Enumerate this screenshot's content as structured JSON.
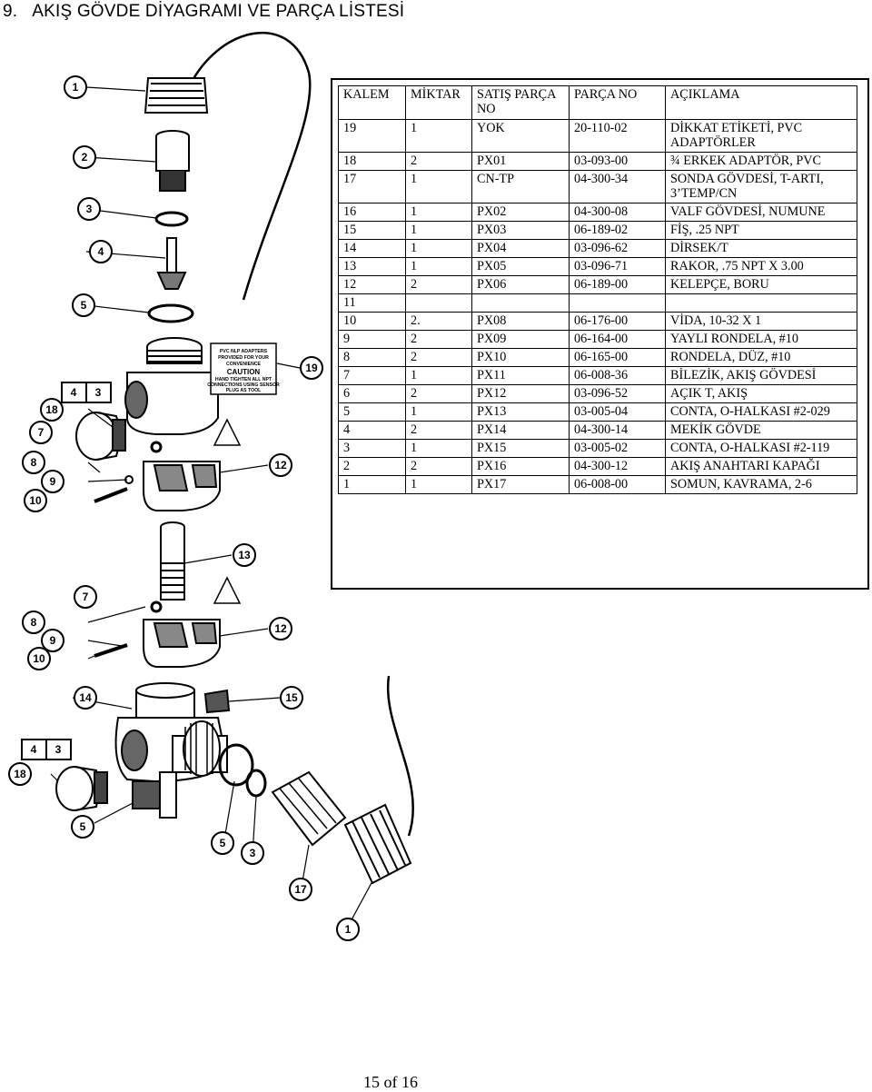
{
  "section": {
    "number": "9.",
    "title": "AKIŞ GÖVDE DİYAGRAMI VE PARÇA LİSTESİ"
  },
  "table": {
    "headers": [
      "KALEM",
      "MİKTAR",
      "SATIŞ PARÇA NO",
      "PARÇA NO",
      "AÇIKLAMA"
    ],
    "rows": [
      [
        "19",
        "1",
        "YOK",
        "20-110-02",
        "DİKKAT ETİKETİ, PVC ADAPTÖRLER"
      ],
      [
        "18",
        "2",
        "PX01",
        "03-093-00",
        "¾ ERKEK ADAPTÖR, PVC"
      ],
      [
        "17",
        "1",
        "CN-TP",
        "04-300-34",
        "SONDA GÖVDESİ, T-ARTI, 3’TEMP/CN"
      ],
      [
        "16",
        "1",
        "PX02",
        "04-300-08",
        "VALF GÖVDESİ, NUMUNE"
      ],
      [
        "15",
        "1",
        "PX03",
        "06-189-02",
        "FİŞ, .25 NPT"
      ],
      [
        "14",
        "1",
        "PX04",
        "03-096-62",
        "DİRSEK/T"
      ],
      [
        "13",
        "1",
        "PX05",
        "03-096-71",
        "RAKOR, .75 NPT X 3.00"
      ],
      [
        "12",
        "2",
        "PX06",
        "06-189-00",
        "KELEPÇE, BORU"
      ],
      [
        "11",
        "",
        "",
        "",
        ""
      ],
      [
        "10",
        "2.",
        "PX08",
        "06-176-00",
        "VİDA, 10-32 X 1"
      ],
      [
        "9",
        "2",
        "PX09",
        "06-164-00",
        "YAYLI RONDELA, #10"
      ],
      [
        "8",
        "2",
        "PX10",
        "06-165-00",
        "RONDELA, DÜZ, #10"
      ],
      [
        "7",
        "1",
        "PX11",
        "06-008-36",
        "BİLEZİK, AKIŞ GÖVDESİ"
      ],
      [
        "6",
        "2",
        "PX12",
        "03-096-52",
        "AÇIK T, AKIŞ"
      ],
      [
        "5",
        "1",
        "PX13",
        "03-005-04",
        "CONTA, O-HALKASI #2-029"
      ],
      [
        "4",
        "2",
        "PX14",
        "04-300-14",
        "MEKİK GÖVDE"
      ],
      [
        "3",
        "1",
        "PX15",
        "03-005-02",
        "CONTA, O-HALKASI #2-119"
      ],
      [
        "2",
        "2",
        "PX16",
        "04-300-12",
        "AKIŞ ANAHTARI KAPAĞI"
      ],
      [
        "1",
        "1",
        "PX17",
        "06-008-00",
        "SOMUN, KAVRAMA, 2-6"
      ]
    ]
  },
  "diagram": {
    "callouts_top": [
      "1",
      "2",
      "3",
      "4",
      "5",
      "19",
      "18",
      "4",
      "3",
      "7",
      "8",
      "9",
      "10",
      "12"
    ],
    "callouts_mid": [
      "13",
      "7",
      "8",
      "9",
      "10",
      "12"
    ],
    "callouts_bottom": [
      "14",
      "15",
      "4",
      "3",
      "18",
      "5",
      "5",
      "3",
      "17",
      "1"
    ],
    "caution_label": {
      "line1": "PVC NLP ADAPTERS",
      "line2": "PROVIDED FOR YOUR",
      "line3": "CONVENIENCE",
      "line4": "CAUTION",
      "line5": "HAND TIGHTEN ALL NPT",
      "line6": "CONNECTIONS USING SENSOR",
      "line7": "PLUG AS TOOL"
    }
  },
  "footer": {
    "page": "15 of 16"
  }
}
